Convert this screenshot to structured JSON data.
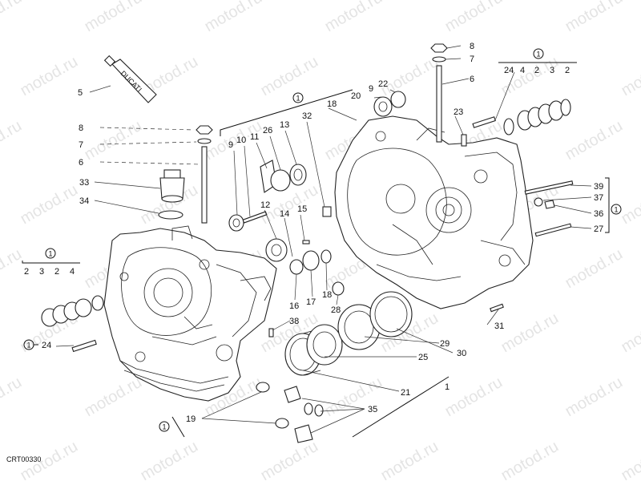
{
  "diagram": {
    "drawing_code": "CRT00330",
    "watermark": "motod.ru",
    "tube_text": "DUCATI",
    "group_marker": "1",
    "callouts": [
      "1",
      "2",
      "3",
      "4",
      "5",
      "6",
      "7",
      "8",
      "9",
      "10",
      "11",
      "12",
      "13",
      "14",
      "15",
      "16",
      "17",
      "18",
      "19",
      "20",
      "21",
      "22",
      "23",
      "24",
      "25",
      "26",
      "27",
      "28",
      "29",
      "30",
      "31",
      "32",
      "33",
      "34",
      "35",
      "36",
      "37",
      "38",
      "39"
    ],
    "group_top_right": [
      "24",
      "4",
      "2",
      "3",
      "2"
    ],
    "group_left": [
      "2",
      "3",
      "2",
      "4"
    ]
  }
}
